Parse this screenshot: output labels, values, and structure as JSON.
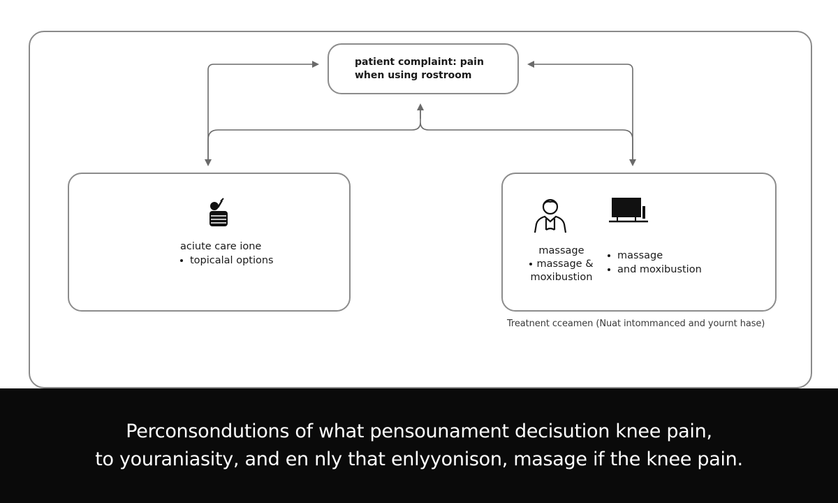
{
  "diagram": {
    "top_node": {
      "line1": "patient complaint: pain",
      "line2": "when using rostroom"
    },
    "left_node": {
      "icon": "medicine-jar-icon",
      "line1": "aciute care ione",
      "bullet": "topicalal options"
    },
    "right_node": {
      "icons": [
        "person-icon",
        "computer-icon"
      ],
      "col_a": {
        "line1": "massage",
        "bullet": "massage &",
        "line3": "moxibustion"
      },
      "col_b": {
        "bullet1": "massage",
        "bullet2": "and moxibustion"
      }
    },
    "caption": "Treatnent cceamen (Nuat intommanced and yournt hase)"
  },
  "subtitles": {
    "line1": "Perconsondutions of what pensounament decisution knee pain,",
    "line2": "to youraniasity, and en nly that enlyyonison, masage if the knee pain."
  },
  "colors": {
    "frame": "#8a8a8a",
    "arrow": "#6a6a6a",
    "subtitle_bg": "#0a0a0a",
    "subtitle_text": "#ffffff"
  }
}
